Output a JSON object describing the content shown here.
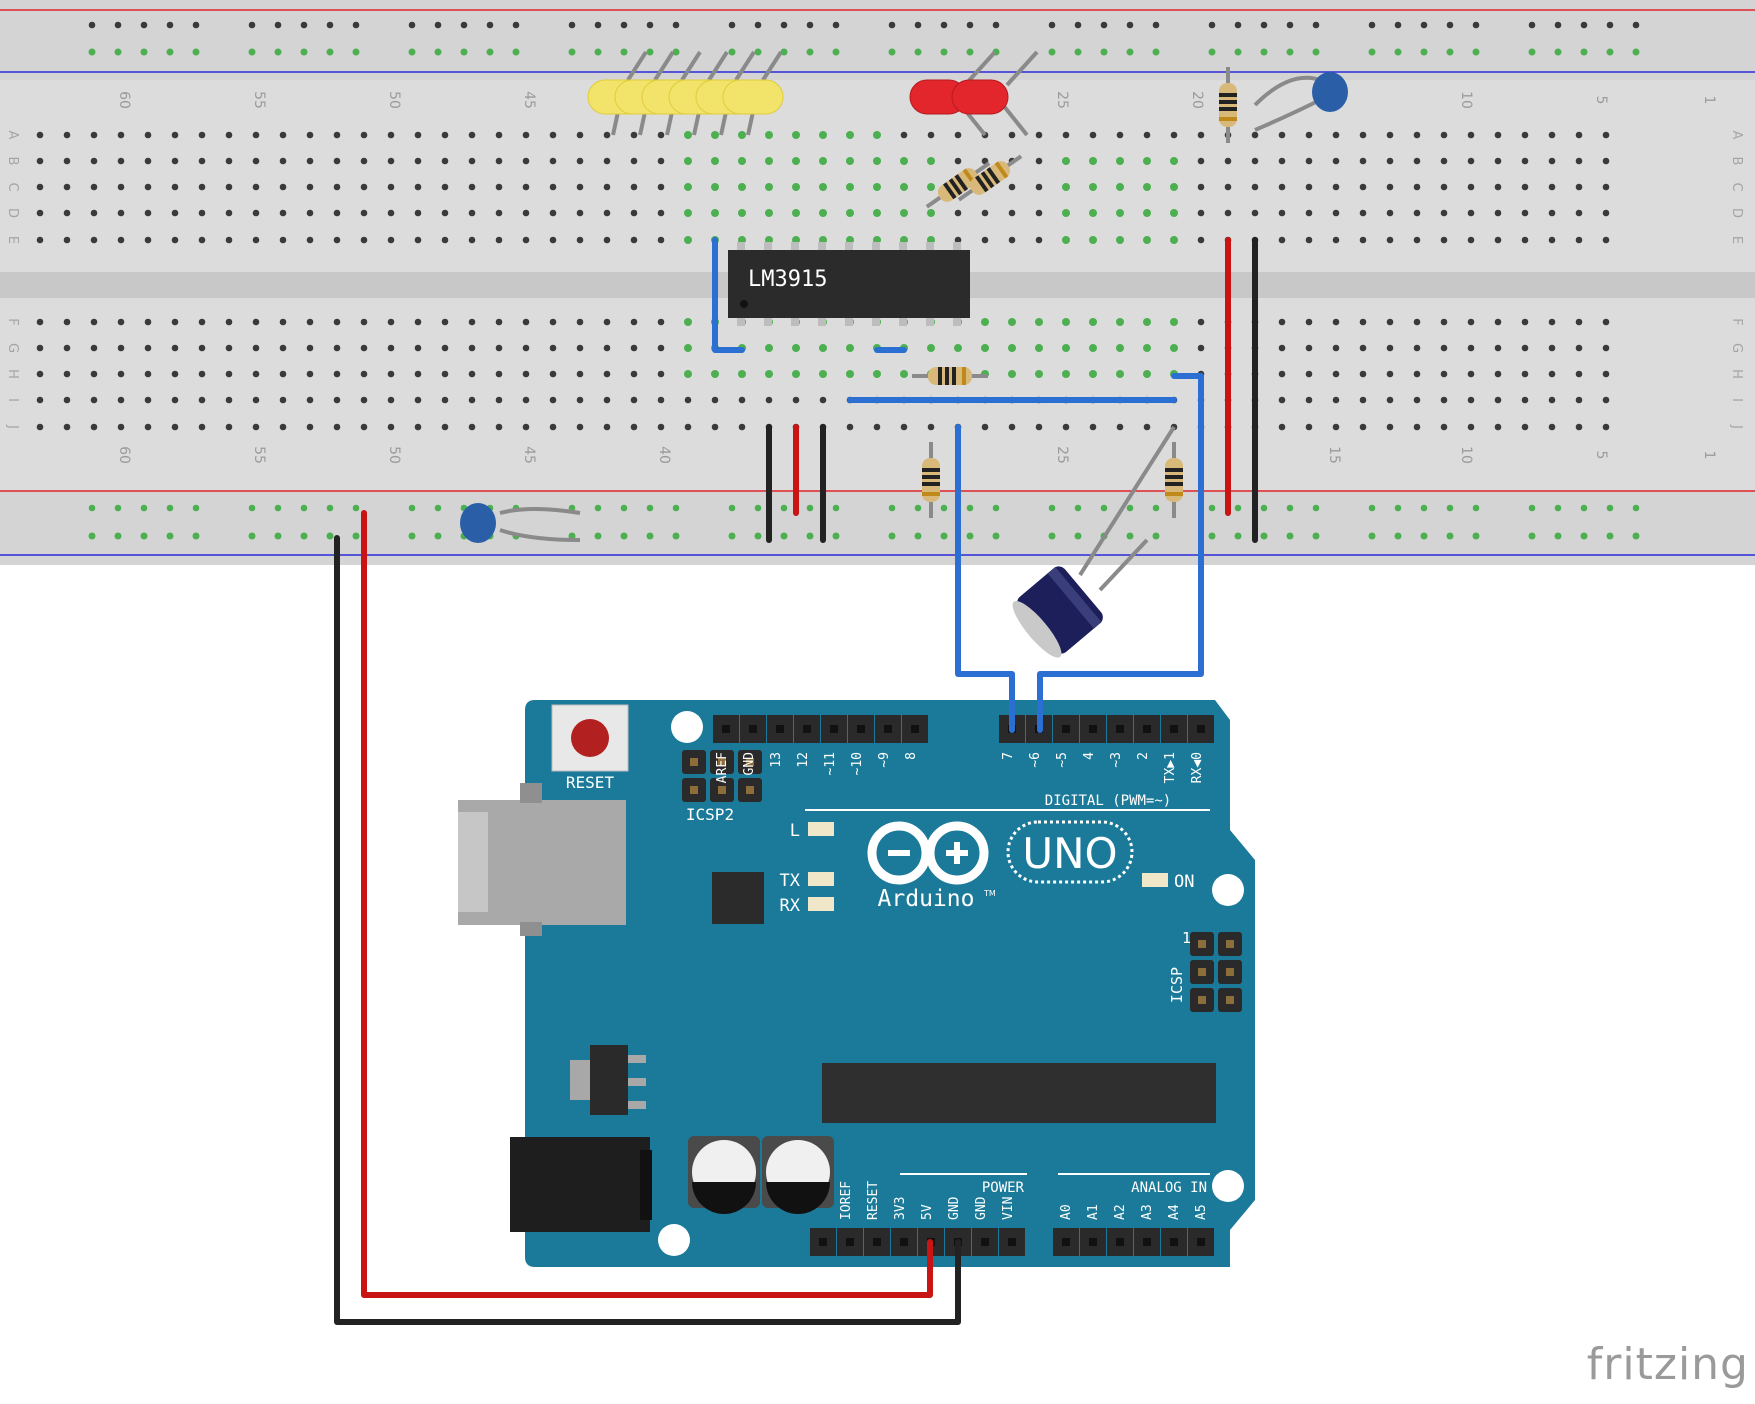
{
  "breadboard": {
    "column_labels_top": [
      "60",
      "55",
      "50",
      "45",
      "25",
      "20",
      "10",
      "5",
      "1"
    ],
    "column_labels_bottom": [
      "60",
      "55",
      "50",
      "45",
      "40",
      "25",
      "15",
      "10",
      "5",
      "1"
    ],
    "row_labels_top": [
      "A",
      "B",
      "C",
      "D",
      "E"
    ],
    "row_labels_bottom": [
      "F",
      "G",
      "H",
      "I",
      "J"
    ],
    "colors": {
      "body": "#dcdcdc",
      "rail": "#d4d4d4",
      "gutter": "#c8c8c8",
      "hole": "#3a3a3a",
      "hole_connected": "#4caf50",
      "rail_red": "#e0242b",
      "rail_blue": "#2b2bd9"
    }
  },
  "ic": {
    "label": "LM3915"
  },
  "leds": {
    "yellow_count": 6,
    "red_count": 2,
    "yellow": "#f2e36b",
    "red": "#e3262b"
  },
  "arduino": {
    "board_color": "#1b7a99",
    "reset_label": "RESET",
    "icsp2_label": "ICSP2",
    "icsp_label": "ICSP",
    "icsp_pin1": "1",
    "header_top_left": [
      "AREF",
      "GND",
      "13",
      "12",
      "~11",
      "~10",
      "~9",
      "8"
    ],
    "header_top_right": [
      "7",
      "~6",
      "~5",
      "4",
      "~3",
      "2",
      "TX▶1",
      "RX◀0"
    ],
    "digital_label": "DIGITAL (PWM=~)",
    "led_l": "L",
    "led_tx": "TX",
    "led_rx": "RX",
    "on_label": "ON",
    "logo_text": "Arduino",
    "trademark": "TM",
    "uno_label": "UNO",
    "power_label": "POWER",
    "analog_label": "ANALOG IN",
    "power_pins": [
      "IOREF",
      "RESET",
      "3V3",
      "5V",
      "GND",
      "GND",
      "VIN"
    ],
    "analog_pins": [
      "A0",
      "A1",
      "A2",
      "A3",
      "A4",
      "A5"
    ]
  },
  "wires": {
    "red": "#c81414",
    "black": "#222222",
    "blue": "#2a6fd1",
    "grey": "#8a8a8a"
  },
  "watermark": "fritzing"
}
